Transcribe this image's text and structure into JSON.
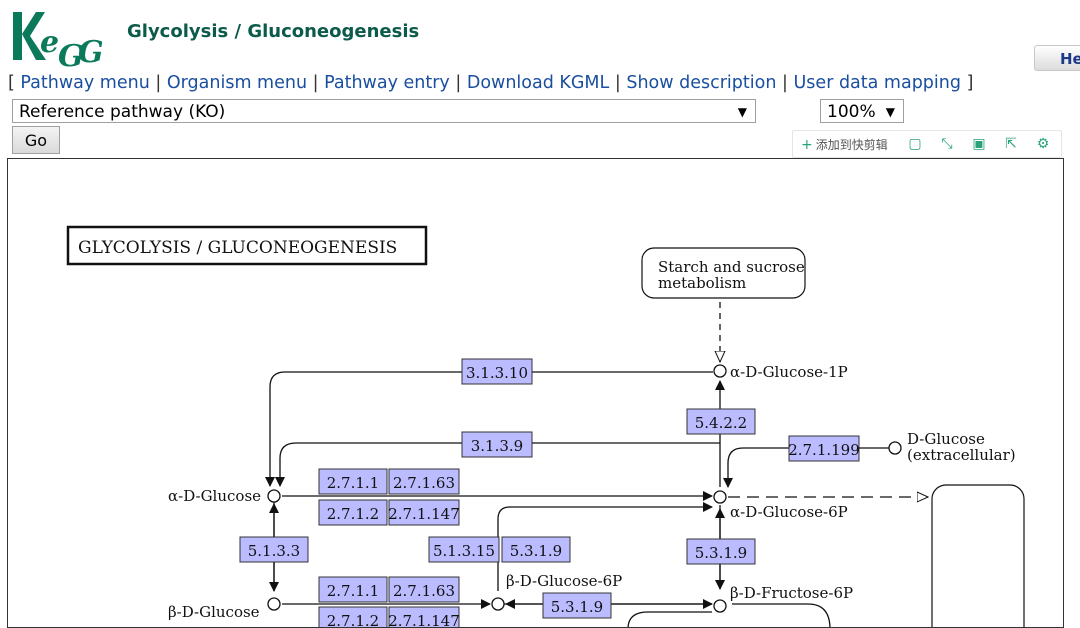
{
  "header": {
    "logo_text": "KEGG",
    "title": "Glycolysis / Gluconeogenesis",
    "help_label": "He"
  },
  "menu": {
    "open": "[",
    "close": "]",
    "sep": "|",
    "items": [
      "Pathway menu",
      "Organism menu",
      "Pathway entry",
      "Download KGML",
      "Show description",
      "User data mapping"
    ]
  },
  "controls": {
    "pathway_select": "Reference pathway (KO)",
    "zoom_select": "100%",
    "go_label": "Go",
    "arrow_glyph": "▼"
  },
  "extension_toolbar": {
    "add_label": "添加到快剪辑",
    "icons": [
      "plus-icon",
      "clip-icon",
      "expand-icon",
      "save-icon",
      "share-icon",
      "settings-icon"
    ]
  },
  "map": {
    "title": "GLYCOLYSIS / GLUCONEOGENESIS",
    "ec_boxes": [
      "3.1.3.10",
      "5.4.2.2",
      "3.1.3.9",
      "2.7.1.199",
      "2.7.1.1",
      "2.7.1.63",
      "2.7.1.2",
      "2.7.1.147",
      "5.1.3.3",
      "5.1.3.15",
      "5.3.1.9",
      "5.3.1.9",
      "2.7.1.1",
      "2.7.1.63",
      "5.3.1.9",
      "2.7.1.2",
      "2.7.1.147"
    ],
    "compounds": {
      "starch_1": "Starch and sucrose",
      "starch_2": "metabolism",
      "glucose_1p": "α-D-Glucose-1P",
      "d_glucose_1": "D-Glucose",
      "d_glucose_2": "(extracellular)",
      "alpha_glucose": "α-D-Glucose",
      "alpha_glucose_6p": "α-D-Glucose-6P",
      "beta_glucose_6p": "β-D-Glucose-6P",
      "beta_fructose_6p": "β-D-Fructose-6P",
      "beta_glucose": "β-D-Glucose"
    }
  },
  "colors": {
    "title_green": "#0c5a4a",
    "link_blue": "#1a4fa0",
    "ec_fill": "#bbbbff",
    "logo_green": "#0a7a5a"
  }
}
